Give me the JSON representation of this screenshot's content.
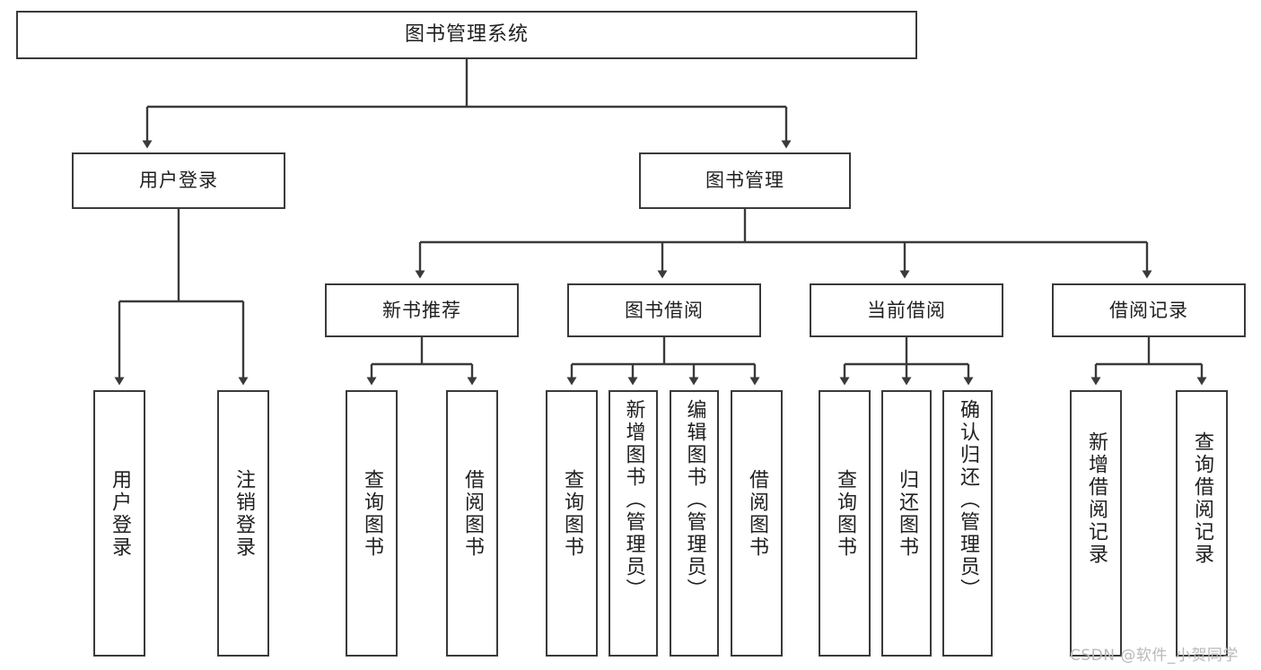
{
  "diagram": {
    "title": "图书管理系统",
    "type": "tree-hierarchy-chart",
    "edge_color": "#3a3a3a",
    "box_border_color": "#3a3a3a",
    "background_color": "#ffffff",
    "text_color": "#1f1f1f"
  },
  "nodes": {
    "root": {
      "label": "图书管理系统"
    },
    "level2": [
      {
        "label": "用户登录"
      },
      {
        "label": "图书管理"
      }
    ],
    "level3": [
      {
        "label": "新书推荐"
      },
      {
        "label": "图书借阅"
      },
      {
        "label": "当前借阅"
      },
      {
        "label": "借阅记录"
      }
    ],
    "leaves": {
      "user_login": [
        {
          "label": "用户登录"
        },
        {
          "label": "注销登录"
        }
      ],
      "new_book_recommend": [
        {
          "label": "查询图书"
        },
        {
          "label": "借阅图书"
        }
      ],
      "book_borrow": [
        {
          "label": "查询图书"
        },
        {
          "label": "新增图书（管理员）"
        },
        {
          "label": "编辑图书（管理员）"
        },
        {
          "label": "借阅图书"
        }
      ],
      "current_borrow": [
        {
          "label": "查询图书"
        },
        {
          "label": "归还图书"
        },
        {
          "label": "确认归还（管理员）"
        }
      ],
      "borrow_records": [
        {
          "label": "新增借阅记录"
        },
        {
          "label": "查询借阅记录"
        }
      ]
    }
  },
  "watermark": {
    "text": "CSDN @软件_小贺同学"
  }
}
